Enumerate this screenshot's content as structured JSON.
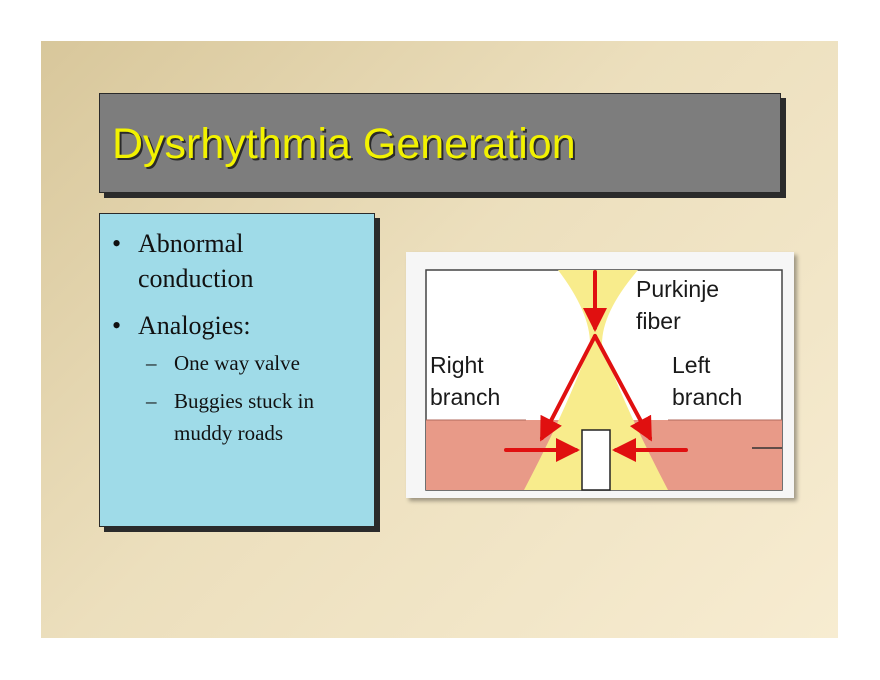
{
  "slide": {
    "title": "Dysrhythmia Generation",
    "bullets": [
      {
        "text_line1": "Abnormal",
        "text_line2": "conduction"
      },
      {
        "text_line1": "Analogies:"
      }
    ],
    "sub_bullets": [
      {
        "text_line1": "One way valve"
      },
      {
        "text_line1": "Buggies stuck in",
        "text_line2": "muddy roads"
      }
    ],
    "bullet_glyph": "•",
    "dash_glyph": "–"
  },
  "diagram": {
    "labels": {
      "purkinje_line1": "Purkinje",
      "purkinje_line2": "fiber",
      "right_line1": "Right",
      "right_line2": "branch",
      "left_line1": "Left",
      "left_line2": "branch"
    },
    "colors": {
      "fiber": "#f8ec8c",
      "tissue": "#e89a88",
      "arrow": "#e01010"
    }
  }
}
